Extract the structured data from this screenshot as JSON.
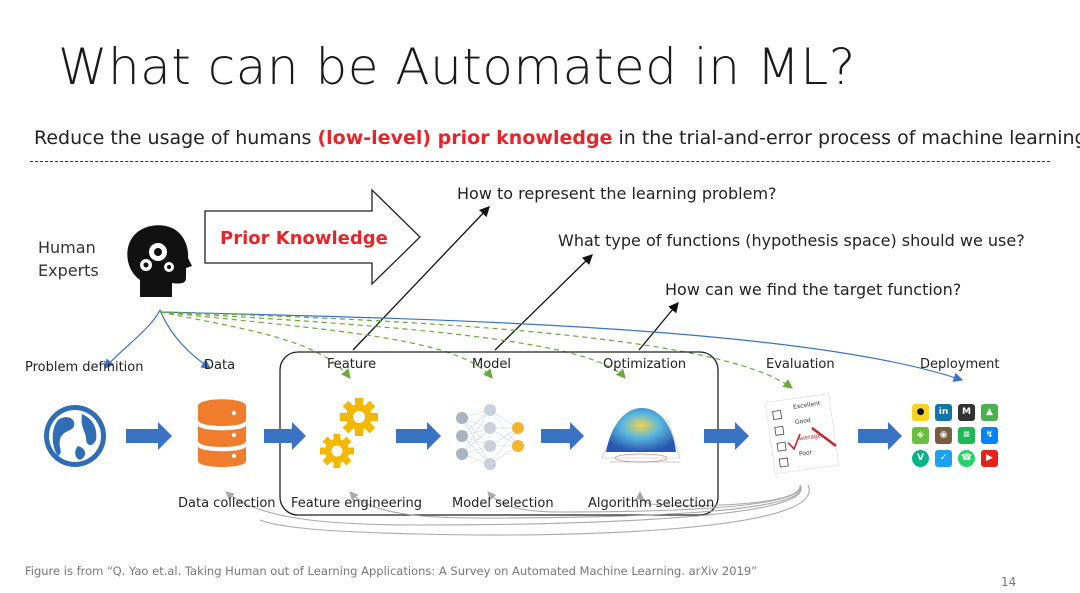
{
  "title": "What can be Automated in ML?",
  "subtitle": {
    "before": "Reduce the usage of humans ",
    "highlight": "(low-level) prior knowledge",
    "after": " in the trial-and-error process of machine learning"
  },
  "human_experts": {
    "line1": "Human",
    "line2": "Experts"
  },
  "prior_knowledge": "Prior Knowledge",
  "questions": [
    "How to represent the learning problem?",
    "What type of functions (hypothesis space) should we use?",
    "How can we find the target function?"
  ],
  "stages": [
    "Problem definition",
    "Data",
    "Feature",
    "Model",
    "Optimization",
    "Evaluation",
    "Deployment"
  ],
  "bottom_labels": [
    "Data collection",
    "Feature engineering",
    "Model selection",
    "Algorithm selection"
  ],
  "evaluation_checklist": [
    "Excellent",
    "Good",
    "Average",
    "Poor"
  ],
  "footnote": "Figure is from “Q. Yao et.al. Taking Human out of Learning Applications: A Survey on Automated Machine Learning. arXiv 2019”",
  "page_number": "14",
  "colors": {
    "accent_red": "#e8242a",
    "flow_blue": "#3a73c4",
    "orange": "#ef7d2d",
    "gold": "#f5b800",
    "dashed_green": "#6aaa3a"
  },
  "icons": [
    "head-gears-icon",
    "globe-icon",
    "database-icon",
    "gears-icon",
    "neural-network-icon",
    "surface-plot-icon",
    "checklist-icon",
    "app-icons-grid"
  ]
}
